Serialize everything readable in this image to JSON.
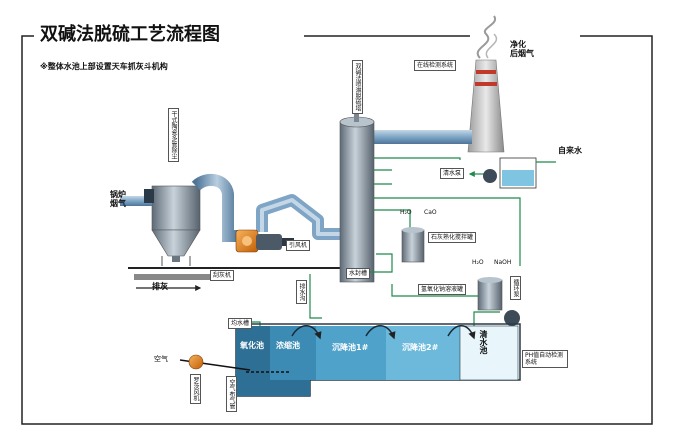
{
  "header": {
    "title": "双碱法脱硫工艺流程图",
    "note": "※整体水池上部设置天车抓灰斗机构"
  },
  "labels": {
    "boiler_flue_gas": "锅炉\n烟气",
    "dust_collector": "干式陶瓷多管除尘",
    "induced_fan": "引风机",
    "ash_remover": "刮灰机",
    "ash_discharge": "排灰",
    "dual_tower": "双碱法喷淋脱硫塔",
    "online_monitor": "在线检测系统",
    "clean_flue_gas": "净化\n后烟气",
    "tap_water": "自来水",
    "clear_water_pump": "清水泵",
    "water_seal_tank": "水封槽",
    "lime_tank": "石灰熟化搅拌罐",
    "lime_h2o": "H₂O",
    "lime_cao": "CaO",
    "drain_ditch": "排水沟",
    "naoh_tank": "氢氧化钠溶液罐",
    "naoh_h2o": "H₂O",
    "naoh_naoh": "NaOH",
    "circulation_pump": "循环泵",
    "homogenizer_pump": "均水槽",
    "oxidation_pool": "氧化池",
    "thickener_pool": "浓缩池",
    "sediment_1": "沉降池1#",
    "sediment_2": "沉降池2#",
    "clear_pool": "清水池",
    "ph_system": "PH值自动检测系统",
    "air": "空气",
    "roots_blower": "罗茨风机",
    "air_pipe": "空气布气管"
  },
  "colors": {
    "pipe_blue": "#6f9ec4",
    "line_green": "#1f8a4c",
    "tank_gray": "#8a97a3",
    "water_light": "#6cc0de",
    "water_dark": "#2a7fb0",
    "fan_orange": "#e07b1a"
  }
}
